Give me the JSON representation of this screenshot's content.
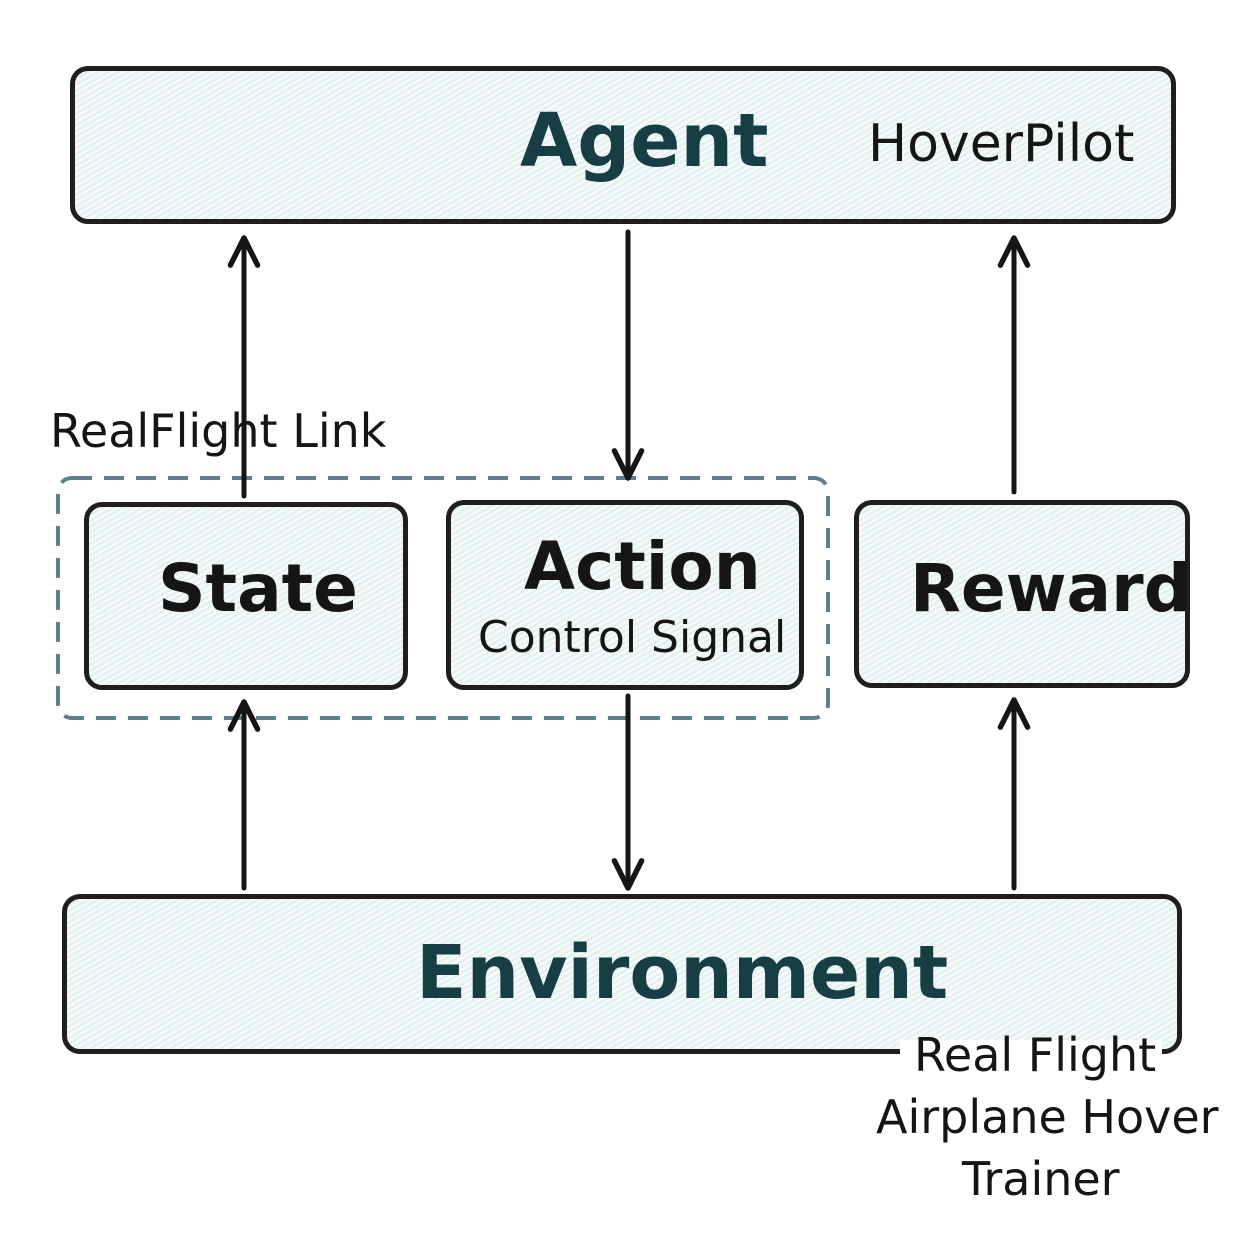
{
  "agent": {
    "title": "Agent",
    "name": "HoverPilot"
  },
  "link_group": {
    "label": "RealFlight Link"
  },
  "state": {
    "title": "State"
  },
  "action": {
    "title": "Action",
    "subtitle": "Control Signal"
  },
  "reward": {
    "title": "Reward"
  },
  "environment": {
    "title": "Environment",
    "caption_lines": [
      "Real Flight",
      "Airplane Hover",
      "Trainer"
    ]
  },
  "colors": {
    "box_fill": "#eef6f6",
    "box_stroke": "#1e1e1e",
    "title_teal": "#173e44",
    "dashed_group": "#5f7e8e"
  }
}
